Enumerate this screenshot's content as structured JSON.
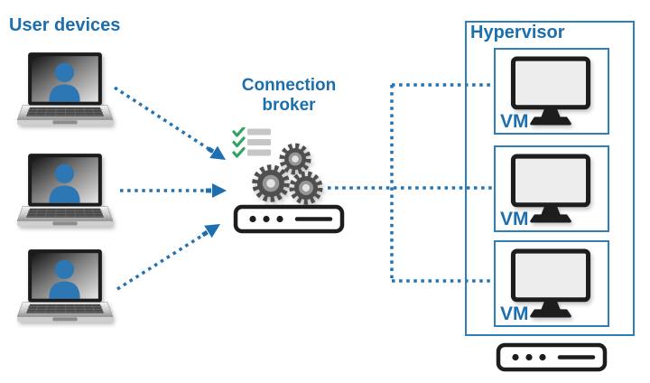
{
  "labels": {
    "user_devices": "User devices",
    "connection_broker": "Connection broker",
    "hypervisor": "Hypervisor"
  },
  "vms": [
    {
      "label": "VM"
    },
    {
      "label": "VM"
    },
    {
      "label": "VM"
    }
  ],
  "icons": {
    "user_device": "laptop-with-user-avatar-icon",
    "broker_checklist": "checklist-green-checks-icon",
    "broker_gears": "three-gears-icon",
    "broker_appliance": "rack-server-icon",
    "vm_display": "desktop-monitor-icon",
    "hypervisor_appliance": "rack-server-icon"
  },
  "connections": {
    "style": "dotted",
    "device_to_broker_arrows": 3,
    "broker_to_vm_links": 3
  },
  "colors": {
    "label_text": "#1c6fad",
    "connector_blue": "#2273b3",
    "box_border_blue": "#2e7fb7",
    "check_green": "#31a45f",
    "gear_gray": "#4f4f4f",
    "hardware_black": "#1d1d1d"
  }
}
